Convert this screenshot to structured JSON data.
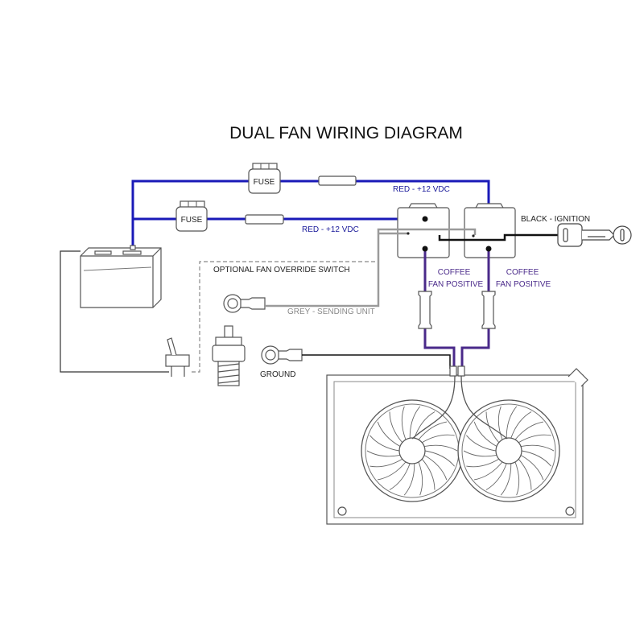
{
  "title": "DUAL FAN WIRING DIAGRAM",
  "labels": {
    "fuse_top": "FUSE",
    "fuse_bottom": "FUSE",
    "red_top": "RED - +12 VDC",
    "red_bottom": "RED - +12 VDC",
    "black_ignition": "BLACK - IGNITION",
    "override_switch": "OPTIONAL FAN OVERRIDE SWITCH",
    "grey_sending": "GREY - SENDING UNIT",
    "ground": "GROUND",
    "coffee_left": "COFFEE",
    "fan_positive_left": "FAN POSITIVE",
    "coffee_right": "COFFEE",
    "fan_positive_right": "FAN POSITIVE"
  },
  "colors": {
    "red_wire": "#1a1ab8",
    "coffee_wire": "#4a2a8a",
    "grey_wire": "#9a9a9a",
    "black_wire": "#111111",
    "label_blue": "#1a1a9a",
    "label_purple": "#4a2a8a"
  }
}
